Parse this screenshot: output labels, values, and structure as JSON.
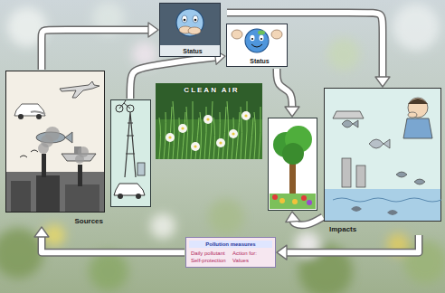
{
  "diagram": {
    "nodes": [
      {
        "text": [
          "Status"
        ]
      },
      {
        "text": [
          "Status"
        ]
      },
      {
        "text": [
          "Sources"
        ]
      },
      {
        "text": [
          "CLEAN AIR"
        ]
      },
      {
        "text": [
          "Impacts"
        ]
      },
      {
        "text": [
          "Pollution measures",
          "Daily pollutant",
          "Action for:",
          "Self-protection",
          "Values"
        ]
      }
    ],
    "edges": [
      {
        "from": 2,
        "to": 0,
        "arrow": "to"
      },
      {
        "from": 0,
        "to": 4,
        "arrow": "to"
      },
      {
        "from": 4,
        "to": 5,
        "arrow": "to"
      },
      {
        "from": 5,
        "to": 2,
        "arrow": "to"
      }
    ]
  }
}
